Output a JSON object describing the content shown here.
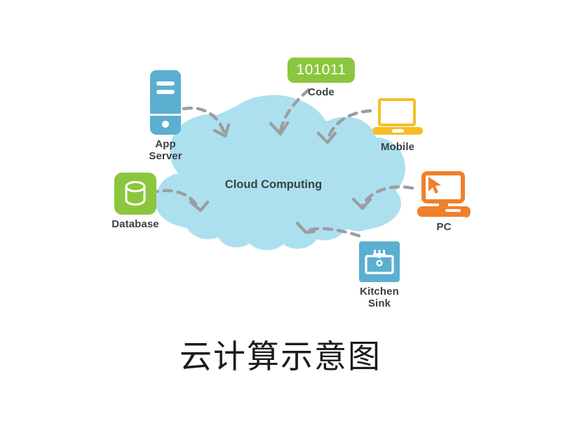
{
  "title": "云计算示意图",
  "cloud": {
    "label": "Cloud Computing",
    "color": "#ace0ef",
    "text_color": "#3b4045"
  },
  "arrow": {
    "color": "#9b9ea1",
    "style": "dashed"
  },
  "nodes": [
    {
      "id": "code",
      "icon": "binary-code-badge-icon",
      "label": "Code",
      "value": "101011",
      "color": "#8cc63e",
      "text_color": "#ffffff"
    },
    {
      "id": "app-server",
      "icon": "server-tower-icon",
      "label": "App\nServer",
      "color": "#5bafd0"
    },
    {
      "id": "database",
      "icon": "database-cylinder-icon",
      "label": "Database",
      "color": "#8cc63e"
    },
    {
      "id": "mobile",
      "icon": "laptop-icon",
      "label": "Mobile",
      "color": "#f5c026"
    },
    {
      "id": "pc",
      "icon": "desktop-monitor-cursor-icon",
      "label": "PC",
      "color": "#f0802a"
    },
    {
      "id": "kitchen-sink",
      "icon": "kitchen-sink-icon",
      "label": "Kitchen\nSink",
      "color": "#5bafd0"
    }
  ]
}
